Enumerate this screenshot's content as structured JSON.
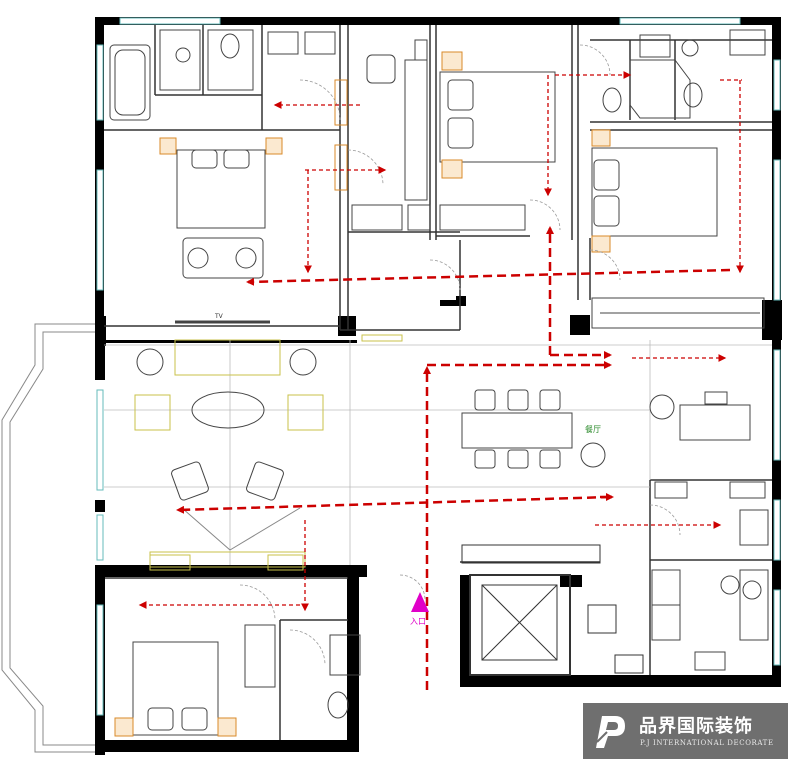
{
  "rooms": {
    "dining_label": "餐厅"
  },
  "entrance": {
    "label": "入口"
  },
  "tv": {
    "label": "TV"
  },
  "brand": {
    "cn_name": "品界国际装饰",
    "en_name": "P.J INTERNATIONAL DECORATE",
    "logo_letter": "P"
  },
  "colors": {
    "wall": "#000000",
    "line": "#555555",
    "flow_arrow": "#cc0000",
    "entrance_marker": "#e000c8",
    "furniture_yellow": "#c9c24a",
    "cabinet_orange": "#d88a2a",
    "brand_bg": "#6f6f6f"
  }
}
